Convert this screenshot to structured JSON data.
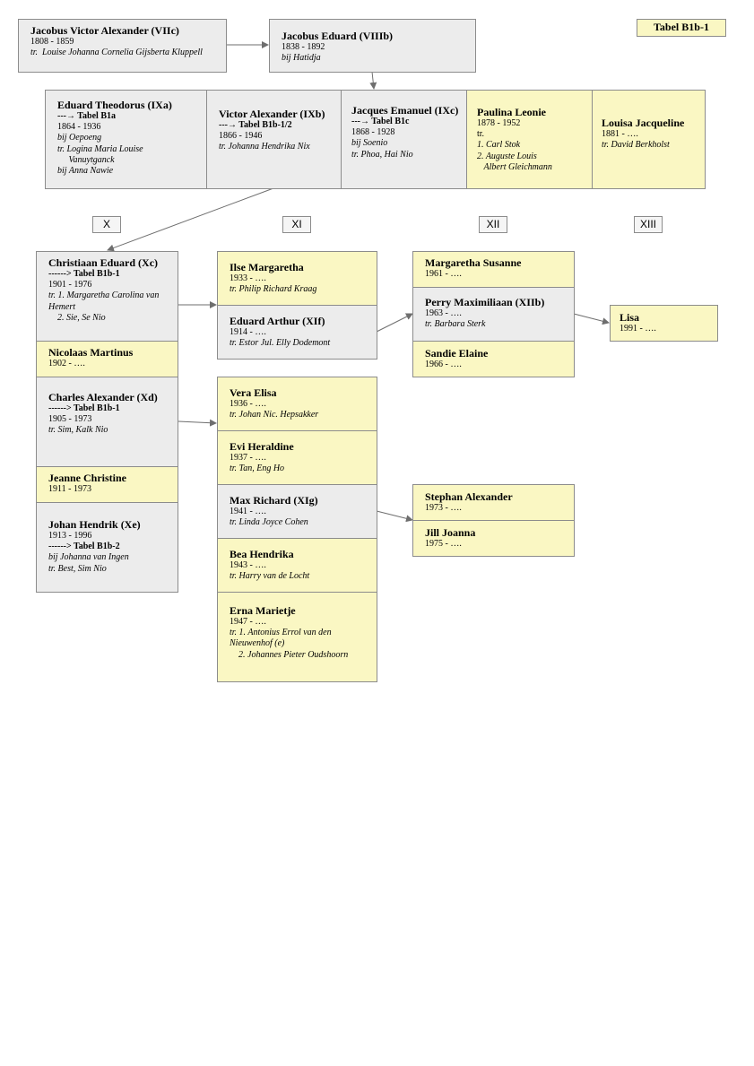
{
  "table_tag": "Tabel B1b-1",
  "generations": [
    "X",
    "XI",
    "XII",
    "XIII"
  ],
  "people": {
    "jacobus_victor": {
      "name": "Jacobus Victor Alexander (VIIc)",
      "lines": [
        "1808 - 1859",
        "tr.  Louise Johanna Cornelia Gijsberta Kluppell"
      ]
    },
    "jacobus_eduard": {
      "name": "Jacobus Eduard (VIIIb)",
      "lines": [
        "1838 - 1892",
        "bij Hatidja"
      ]
    },
    "eduard_theodorus": {
      "name": "Eduard Theodorus (IXa)",
      "ref": "---→ Tabel B1a",
      "lines": [
        "1864 - 1936",
        "bij Oepoeng",
        "tr. Logina Maria Louise",
        "     Vanuytganck",
        "bij Anna Nawie"
      ]
    },
    "victor_alexander": {
      "name": "Victor Alexander (IXb)",
      "ref": "---→ Tabel B1b-1/2",
      "lines": [
        "1866 - 1946",
        "tr. Johanna Hendrika Nix"
      ]
    },
    "jacques_emanuel": {
      "name": "Jacques Emanuel (IXc)",
      "ref": "---→ Tabel B1c",
      "lines": [
        "1868 - 1928",
        "bij Soenio",
        "tr. Phoa, Hai Nio"
      ]
    },
    "paulina_leonie": {
      "name": "Paulina Leonie",
      "lines": [
        "1878 - 1952",
        "tr.",
        "1. Carl Stok",
        "2. Auguste Louis",
        "   Albert Gleichmann"
      ]
    },
    "louisa_jacqueline": {
      "name": "Louisa Jacqueline",
      "lines": [
        "1881 - ….",
        "tr. David Berkholst"
      ]
    },
    "christiaan_eduard": {
      "name": "Christiaan Eduard (Xc)",
      "ref": "------> Tabel B1b-1",
      "lines": [
        "1901 - 1976",
        "tr. 1. Margaretha Carolina van Hemert",
        "    2. Sie, Se Nio"
      ]
    },
    "nicolaas_martinus": {
      "name": "Nicolaas Martinus",
      "lines": [
        "1902 - …."
      ]
    },
    "charles_alexander": {
      "name": "Charles Alexander (Xd)",
      "ref": "------> Tabel B1b-1",
      "lines": [
        "1905 - 1973",
        "tr. Sim, Kalk Nio"
      ]
    },
    "jeanne_christine": {
      "name": "Jeanne Christine",
      "lines": [
        "1911 - 1973"
      ]
    },
    "johan_hendrik": {
      "name": "Johan Hendrik (Xe)",
      "lines": [
        "1913 - 1996"
      ],
      "ref": "------> Tabel B1b-2",
      "lines2": [
        "bij Johanna van Ingen",
        "tr. Best, Sim Nio"
      ]
    },
    "ilse_margaretha": {
      "name": "Ilse Margaretha",
      "lines": [
        "1933 - ….",
        "tr. Philip Richard Kraag"
      ]
    },
    "eduard_arthur": {
      "name": "Eduard Arthur (XIf)",
      "lines": [
        "1914 - ….",
        "tr. Estor Jul. Elly Dodemont"
      ]
    },
    "vera_elisa": {
      "name": "Vera Elisa",
      "lines": [
        "1936 - ….",
        "tr. Johan Nic. Hepsakker"
      ]
    },
    "evi_heraldine": {
      "name": "Evi Heraldine",
      "lines": [
        "1937 - ….",
        "tr. Tan, Eng Ho"
      ]
    },
    "max_richard": {
      "name": "Max Richard (XIg)",
      "lines": [
        "1941 - ….",
        "tr. Linda Joyce Cohen"
      ]
    },
    "bea_hendrika": {
      "name": "Bea Hendrika",
      "lines": [
        "1943 - ….",
        "tr. Harry van de Locht"
      ]
    },
    "erna_marietje": {
      "name": "Erna Marietje",
      "lines": [
        "1947 - ….",
        "tr. 1. Antonius Errol van den Nieuwenhof (e)",
        "    2. Johannes Pieter Oudshoorn"
      ]
    },
    "margaretha_susanne": {
      "name": "Margaretha Susanne",
      "lines": [
        "1961 - …."
      ]
    },
    "perry_maximiliaan": {
      "name": "Perry Maximiliaan (XIIb)",
      "lines": [
        "1963 - ….",
        "tr. Barbara Sterk"
      ]
    },
    "sandie_elaine": {
      "name": "Sandie Elaine",
      "lines": [
        "1966 - …."
      ]
    },
    "stephan_alexander": {
      "name": "Stephan Alexander",
      "lines": [
        "1973 - …."
      ]
    },
    "jill_joanna": {
      "name": "Jill Joanna",
      "lines": [
        "1975 - …."
      ]
    },
    "lisa": {
      "name": "Lisa",
      "lines": [
        "1991 - …."
      ]
    }
  }
}
